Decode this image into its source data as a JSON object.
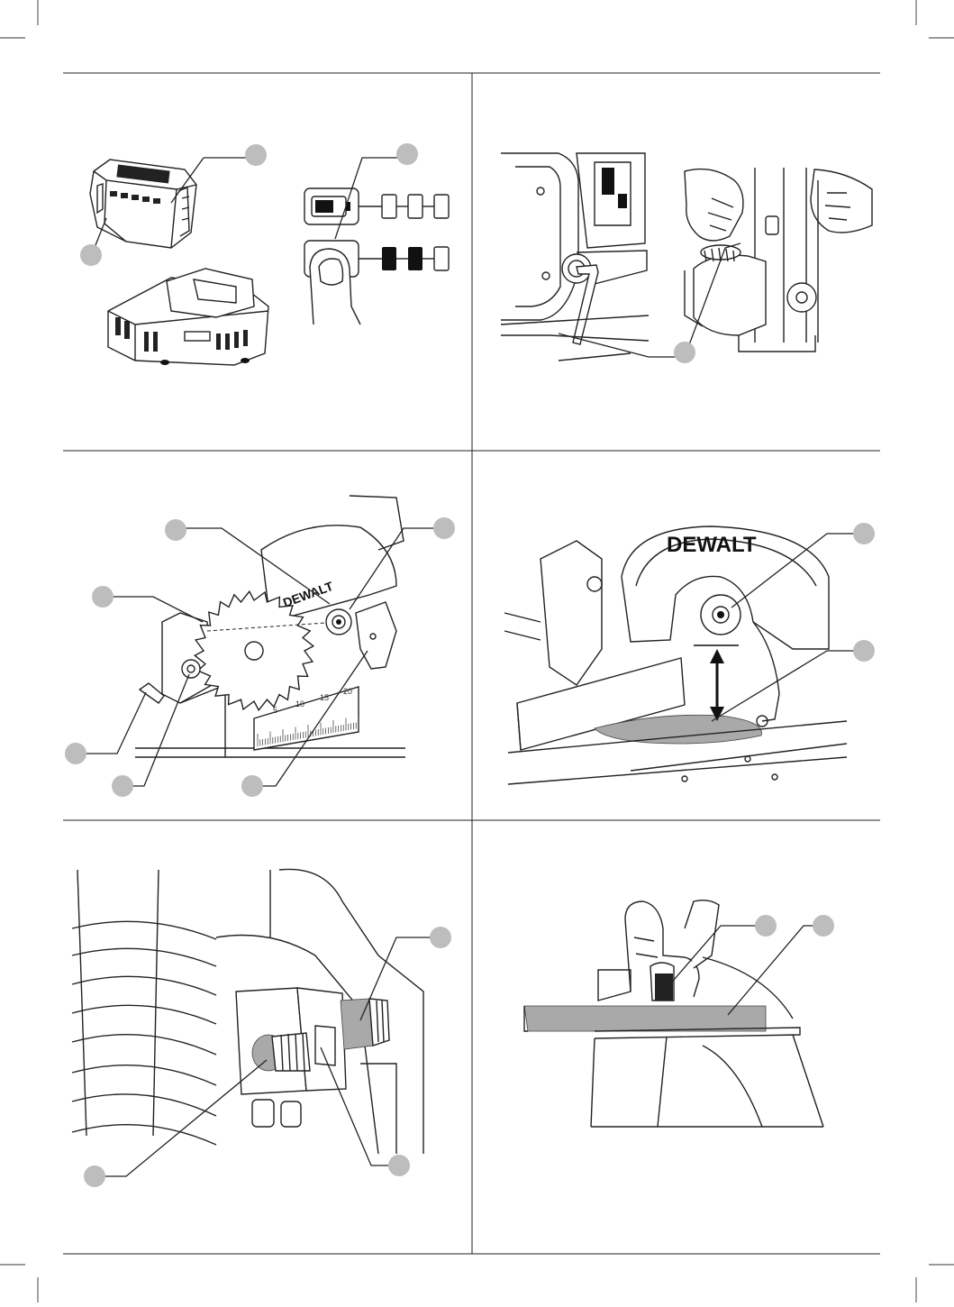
{
  "brand": {
    "label_fig4": "DEWALT",
    "label_fig5": "DEWALT",
    "label_fig4_small": "DEWALT"
  },
  "fig3": {
    "scale_ticks": [
      "5",
      "10",
      "15",
      "20"
    ]
  },
  "icons": {
    "callout": "gray-circle-callout",
    "battery": "battery-fuel-gauge-icon",
    "arrow": "double-headed-arrow-icon"
  },
  "colors": {
    "line": "#222222",
    "callout_fill": "#bdbdbd",
    "shade": "#a9a9a9"
  }
}
